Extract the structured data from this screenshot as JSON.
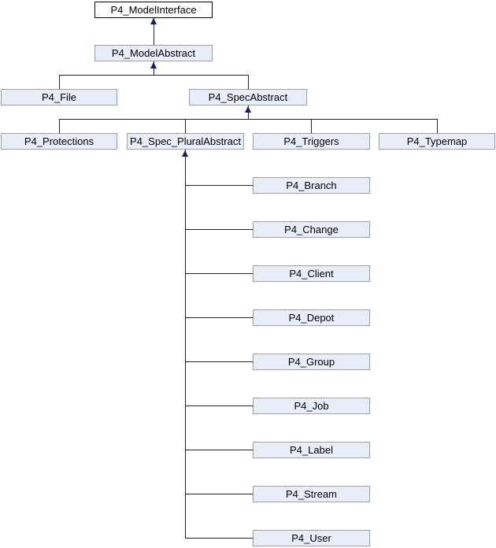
{
  "diagram": {
    "type": "class-inheritance-diagram",
    "colors": {
      "background": "#ffffff",
      "edge": "#191970",
      "node-fill": "#e8eef7",
      "node-border": "#8ea0c9",
      "root-fill": "#ffffff",
      "root-border": "#000000",
      "text": "#000000"
    },
    "nodes": {
      "modelInterface": {
        "label": "P4_ModelInterface"
      },
      "modelAbstract": {
        "label": "P4_ModelAbstract"
      },
      "file": {
        "label": "P4_File"
      },
      "specAbstract": {
        "label": "P4_SpecAbstract"
      },
      "protections": {
        "label": "P4_Protections"
      },
      "specPluralAbstract": {
        "label": "P4_Spec_PluralAbstract"
      },
      "triggers": {
        "label": "P4_Triggers"
      },
      "typemap": {
        "label": "P4_Typemap"
      },
      "branch": {
        "label": "P4_Branch"
      },
      "change": {
        "label": "P4_Change"
      },
      "client": {
        "label": "P4_Client"
      },
      "depot": {
        "label": "P4_Depot"
      },
      "group": {
        "label": "P4_Group"
      },
      "job": {
        "label": "P4_Job"
      },
      "label": {
        "label": "P4_Label"
      },
      "stream": {
        "label": "P4_Stream"
      },
      "user": {
        "label": "P4_User"
      }
    },
    "edges": [
      {
        "derived": "P4_ModelAbstract",
        "base": "P4_ModelInterface"
      },
      {
        "derived": "P4_File",
        "base": "P4_ModelAbstract"
      },
      {
        "derived": "P4_SpecAbstract",
        "base": "P4_ModelAbstract"
      },
      {
        "derived": "P4_Protections",
        "base": "P4_SpecAbstract"
      },
      {
        "derived": "P4_Spec_PluralAbstract",
        "base": "P4_SpecAbstract"
      },
      {
        "derived": "P4_Triggers",
        "base": "P4_SpecAbstract"
      },
      {
        "derived": "P4_Typemap",
        "base": "P4_SpecAbstract"
      },
      {
        "derived": "P4_Branch",
        "base": "P4_Spec_PluralAbstract"
      },
      {
        "derived": "P4_Change",
        "base": "P4_Spec_PluralAbstract"
      },
      {
        "derived": "P4_Client",
        "base": "P4_Spec_PluralAbstract"
      },
      {
        "derived": "P4_Depot",
        "base": "P4_Spec_PluralAbstract"
      },
      {
        "derived": "P4_Group",
        "base": "P4_Spec_PluralAbstract"
      },
      {
        "derived": "P4_Job",
        "base": "P4_Spec_PluralAbstract"
      },
      {
        "derived": "P4_Label",
        "base": "P4_Spec_PluralAbstract"
      },
      {
        "derived": "P4_Stream",
        "base": "P4_Spec_PluralAbstract"
      },
      {
        "derived": "P4_User",
        "base": "P4_Spec_PluralAbstract"
      }
    ]
  }
}
